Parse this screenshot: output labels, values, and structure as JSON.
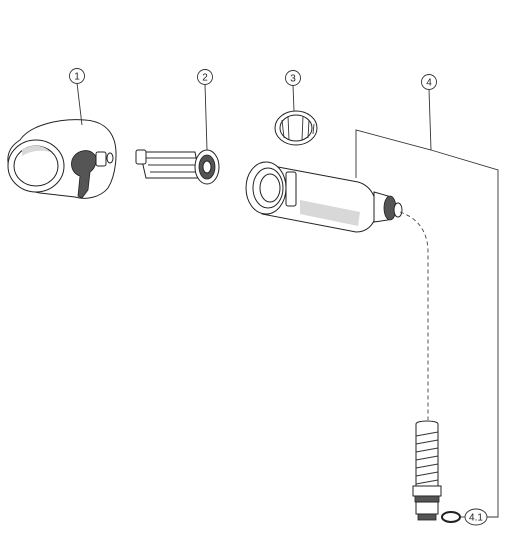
{
  "callouts": [
    {
      "id": "c1",
      "label": "1",
      "part": "faucet-body"
    },
    {
      "id": "c2",
      "label": "2",
      "part": "cartridge-spindle"
    },
    {
      "id": "c3",
      "label": "3",
      "part": "retaining-ring"
    },
    {
      "id": "c4",
      "label": "4",
      "part": "cartridge-assembly"
    },
    {
      "id": "c41",
      "label": "4.1",
      "part": "o-ring"
    }
  ]
}
